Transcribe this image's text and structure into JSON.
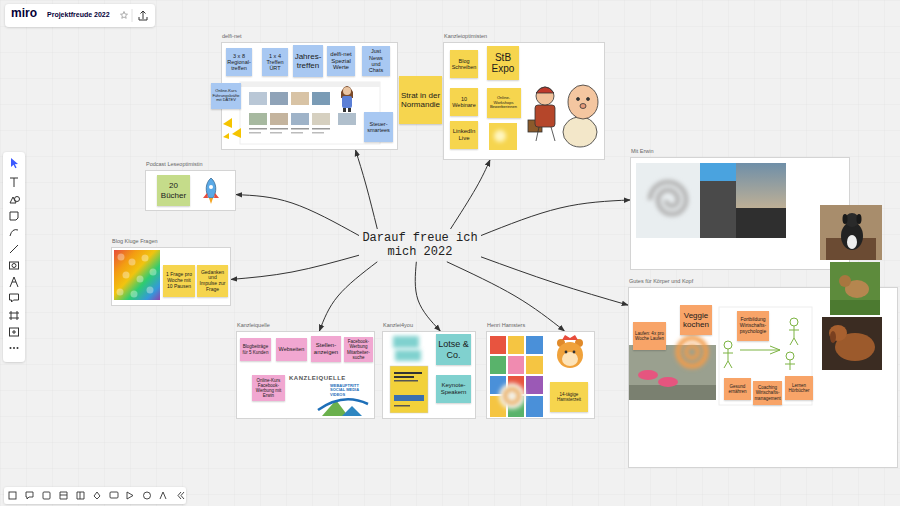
{
  "diagram": {
    "nodes": [
      {
        "text": [
          "Darauf freue ich mich 2022"
        ]
      },
      {
        "text": [
          "delfi-net"
        ]
      },
      {
        "text": [
          "3 x 8 Regional-treffen"
        ],
        "in": 1
      },
      {
        "text": [
          "1 x 4 Treffen ÜRT"
        ],
        "in": 1
      },
      {
        "text": [
          "Jahres-treffen"
        ],
        "in": 1
      },
      {
        "text": [
          "delfi-net Spezial Werte"
        ],
        "in": 1
      },
      {
        "text": [
          "Just News und Chats"
        ],
        "in": 1
      },
      {
        "text": [
          "Online-Kurs Führungskräfte mit DATEV"
        ],
        "in": 1
      },
      {
        "text": [
          "Steuer-smartees"
        ],
        "in": 1
      },
      {
        "text": [
          "Strat in der Normandie"
        ]
      },
      {
        "text": [
          "Kanzleioptimisten"
        ]
      },
      {
        "text": [
          "Blog Schreiben"
        ],
        "in": 10
      },
      {
        "text": [
          "StB Expo"
        ],
        "in": 10
      },
      {
        "text": [
          "10 Webinare"
        ],
        "in": 10
      },
      {
        "text": [
          "Online-Workshops Bewerberinnen"
        ],
        "in": 10
      },
      {
        "text": [
          "LinkedIn Live"
        ],
        "in": 10
      },
      {
        "text": [
          "Podcast Leseoptimistin"
        ]
      },
      {
        "text": [
          "20 Bücher"
        ],
        "in": 16
      },
      {
        "text": [
          "Blog Kluge Fragen"
        ]
      },
      {
        "text": [
          "1 Frage pro Woche mit 10 Pausen"
        ],
        "in": 18
      },
      {
        "text": [
          "Gedanken und Impulse zur Frage"
        ],
        "in": 18
      },
      {
        "text": [
          "Kanzleiquelle"
        ]
      },
      {
        "text": [
          "Blogbeiträge für 5 Kunden"
        ],
        "in": 21
      },
      {
        "text": [
          "Webseiten"
        ],
        "in": 21
      },
      {
        "text": [
          "Stellen-anzeigen"
        ],
        "in": 21
      },
      {
        "text": [
          "Facebook-Werbung Mitarbeiter-suche"
        ],
        "in": 21
      },
      {
        "text": [
          "Online-Kurs Facebook-Werbung mit Erwin"
        ],
        "in": 21
      },
      {
        "text": [
          "Kanzlei4you"
        ]
      },
      {
        "text": [
          "Lotse & Co."
        ],
        "in": 27
      },
      {
        "text": [
          "Keynote-Speakern"
        ],
        "in": 27
      },
      {
        "text": [
          "Henri Hamsters"
        ]
      },
      {
        "text": [
          "14-tägige Hamsterzeit"
        ],
        "in": 30
      },
      {
        "text": [
          "Mit Erwin"
        ]
      },
      {
        "text": [
          "Gutes für Körper und Kopf"
        ]
      },
      {
        "text": [
          "Laufen: 4x pro Woche Laufen"
        ],
        "in": 33
      },
      {
        "text": [
          "Veggie kochen"
        ],
        "in": 33
      },
      {
        "text": [
          "Fortbildung Wirtschafts-psychologie"
        ],
        "in": 33
      },
      {
        "text": [
          "Gesund ernähren"
        ],
        "in": 33
      },
      {
        "text": [
          "Coaching Wirtschafts-management"
        ],
        "in": 33
      },
      {
        "text": [
          "Lernen Hörbücher"
        ],
        "in": 33
      }
    ],
    "edges": [
      {
        "from": 0,
        "to": 1,
        "arrow": "to"
      },
      {
        "from": 0,
        "to": 10,
        "arrow": "to"
      },
      {
        "from": 0,
        "to": 16,
        "arrow": "to"
      },
      {
        "from": 0,
        "to": 18,
        "arrow": "to"
      },
      {
        "from": 0,
        "to": 21,
        "arrow": "to"
      },
      {
        "from": 0,
        "to": 27,
        "arrow": "to"
      },
      {
        "from": 0,
        "to": 30,
        "arrow": "to"
      },
      {
        "from": 0,
        "to": 32,
        "arrow": "to"
      },
      {
        "from": 0,
        "to": 33,
        "arrow": "to"
      }
    ],
    "labels": [
      "miro",
      "Projektfreude 2022",
      "KANZLEIQUELLE",
      "WEBAUFTRITT SOCIAL MEDIA VIDEOS"
    ]
  }
}
